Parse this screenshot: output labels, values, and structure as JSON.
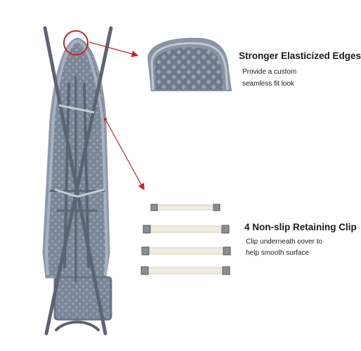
{
  "features": {
    "edges": {
      "title": "Stronger Elasticized Edges",
      "desc_line_1": "Provide a custom",
      "desc_line_2": "seamless fit look"
    },
    "clip": {
      "title": "4 Non-slip Retaining Clip",
      "desc_line_1": "Clip underneath cover to",
      "desc_line_2": "help smooth surface"
    }
  },
  "colors": {
    "board_fill": "#7b8698",
    "board_pattern": "#9aa4b4",
    "frame": "#5c6472",
    "callout_red": "#c0242c",
    "strap": "#f1ece0"
  },
  "icons": {
    "highlight": "red-circle-icon",
    "arrow": "red-arrow-icon",
    "clip": "strap-clip-icon"
  }
}
